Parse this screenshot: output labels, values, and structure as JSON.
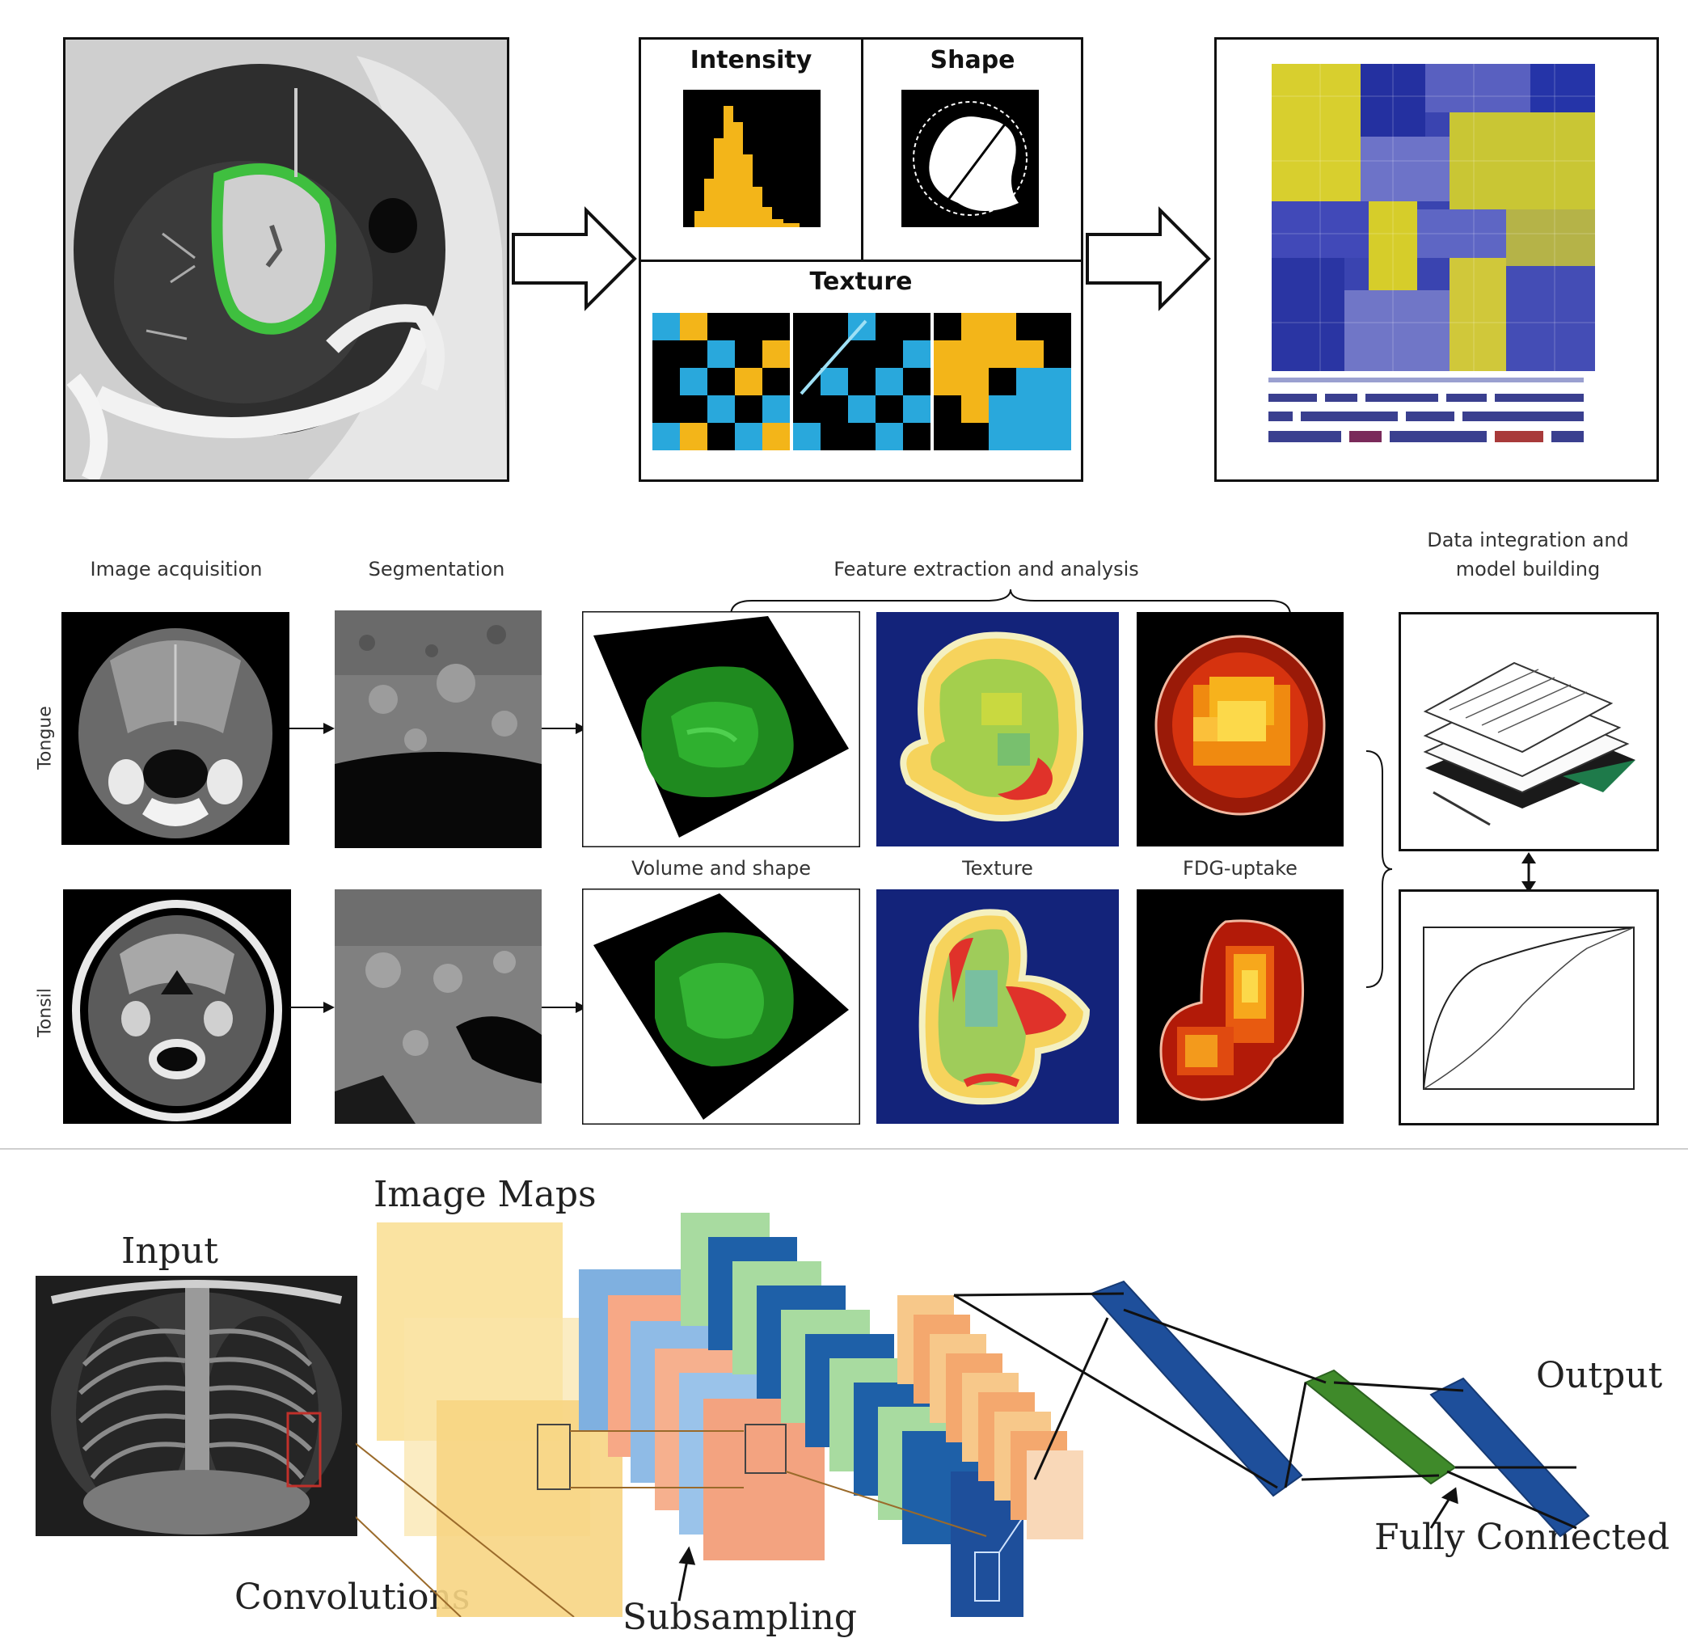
{
  "panel_top": {
    "features": {
      "intensity": "Intensity",
      "shape": "Shape",
      "texture": "Texture"
    }
  },
  "panel_middle": {
    "headers": {
      "acquisition": "Image acquisition",
      "segmentation": "Segmentation",
      "feature_extraction": "Feature extraction and analysis",
      "integration_line1": "Data integration and",
      "integration_line2": "model building"
    },
    "sublabels": {
      "volume_shape": "Volume and shape",
      "texture": "Texture",
      "fdg": "FDG-uptake"
    },
    "row_labels": {
      "row1": "Tongue",
      "row2": "Tonsil"
    }
  },
  "panel_bottom": {
    "labels": {
      "input": "Input",
      "image_maps": "Image Maps",
      "output": "Output",
      "convolutions": "Convolutions",
      "subsampling": "Subsampling",
      "fully_connected": "Fully Connected"
    }
  },
  "colors": {
    "yellow": "#f3b519",
    "blue": "#2a3fa8",
    "cyan": "#29a8dc",
    "green": "#2bb23a",
    "nn_blue": "#1e4f9b",
    "nn_green": "#3f8a2a"
  }
}
